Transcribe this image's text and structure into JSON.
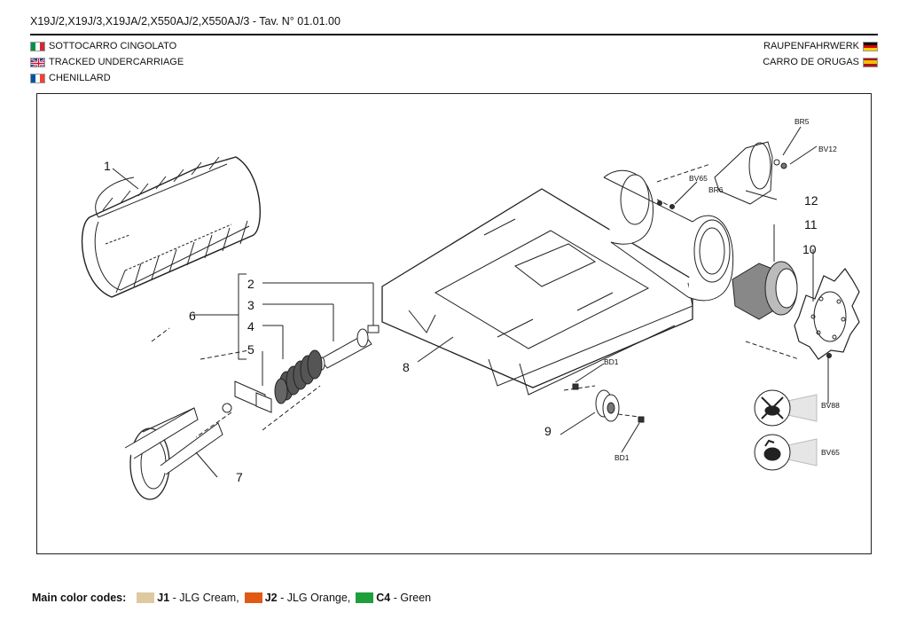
{
  "header": {
    "title": "X19J/2,X19J/3,X19JA/2,X550AJ/2,X550AJ/3 - Tav. N° 01.01.00"
  },
  "languages": {
    "it": "SOTTOCARRO CINGOLATO",
    "en": "TRACKED UNDERCARRIAGE",
    "fr": "CHENILLARD",
    "de": "RAUPENFAHRWERK",
    "es": "CARRO DE ORUGAS"
  },
  "callouts": {
    "c1": "1",
    "c2": "2",
    "c3": "3",
    "c4": "4",
    "c5": "5",
    "c6": "6",
    "c7": "7",
    "c8": "8",
    "c9": "9",
    "c10": "10",
    "c11": "11",
    "c12": "12"
  },
  "hardware_labels": {
    "br5": "BR5",
    "bv12": "BV12",
    "bv65_top": "BV65",
    "br6": "BR6",
    "bd1_top": "BD1",
    "bd1_bottom": "BD1",
    "bv88": "BV88",
    "bv65_icon": "BV65"
  },
  "legend": {
    "caption": "Main color codes:",
    "items": [
      {
        "code": "J1",
        "text": "- JLG Cream,",
        "color": "#dfc9a1"
      },
      {
        "code": "J2",
        "text": "- JLG Orange,",
        "color": "#e05a16"
      },
      {
        "code": "C4",
        "text": "- Green",
        "color": "#1f9e3c"
      }
    ]
  },
  "icons": [
    "italy-flag-icon",
    "uk-flag-icon",
    "france-flag-icon",
    "germany-flag-icon",
    "spain-flag-icon",
    "no-lubricant-icon",
    "lubricate-icon"
  ]
}
